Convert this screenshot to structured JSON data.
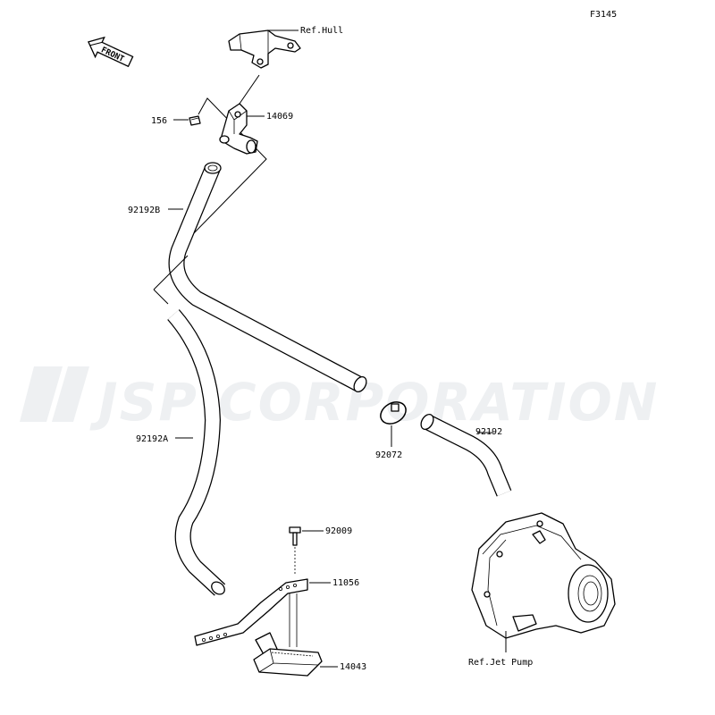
{
  "diagram": {
    "code": "F3145",
    "watermark": "JSP CORPORATION",
    "front_badge": "FRONT",
    "labels": {
      "ref_hull": "Ref.Hull",
      "p156": "156",
      "p14069": "14069",
      "p92192b": "92192B",
      "p92192a": "92192A",
      "p92072": "92072",
      "p92192": "92192",
      "p92009": "92009",
      "p11056": "11056",
      "p14043": "14043",
      "ref_jet_pump": "Ref.Jet Pump"
    }
  }
}
